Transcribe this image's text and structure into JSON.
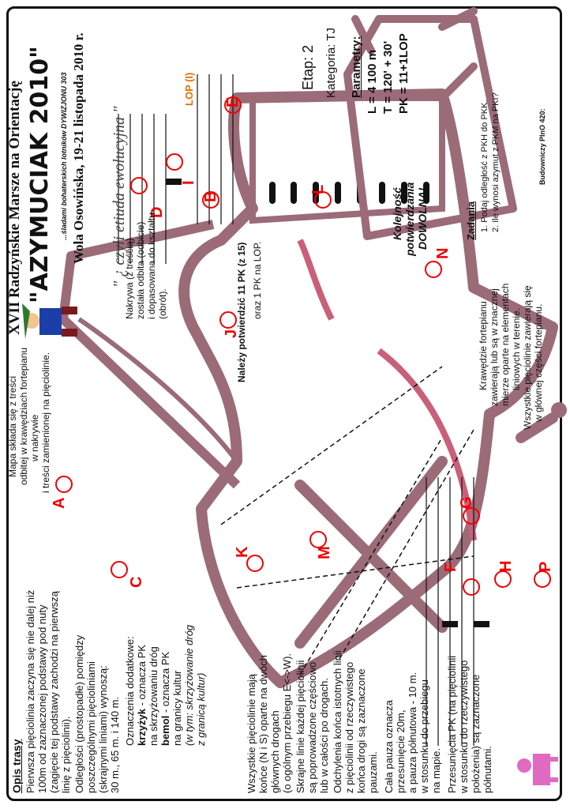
{
  "header": {
    "event": "XVII Radzyńskie Marsze na Orientację",
    "title": "\"AZYMUCIAK 2010\"",
    "subtitle": "...śladami bohaterskich lotników DYWIZJONU 303",
    "place_date": "Wola Osowińska, 19-21 listopada 2010 r.",
    "motto": "\" ¿ czyli etiuda ewolucyjna \""
  },
  "stage": {
    "etap": "Etap: 2",
    "kategoria": "Kategoria: TJ"
  },
  "parametry": {
    "heading": "Parametry:",
    "lines": [
      "L = 4 100 m",
      "T = 120' + 30'",
      "PK = 11+1LOP"
    ]
  },
  "kolejnosc": [
    "Kolejność",
    "potwierdzania",
    "DOWOLNA!"
  ],
  "zadania": {
    "heading": "Zadania",
    "items": [
      "1. Podaj odległość z PKH do PKK.",
      "2. Ile wynosi azymut z PKM na PKI?"
    ]
  },
  "budowniczy": "Budowniczy PInO 420:",
  "krawedzie": [
    "Krawędzie fortepianu",
    "zawierają lub są w znacznej",
    "mierze oparte na elementach",
    "liniowych w terenie.",
    "Wszystkie pięciolinie zawierają się",
    "w głównej części fortepianu."
  ],
  "nakrywa": [
    "Nakrywa (z treścią)",
    "została odbita (odbicie)",
    "i dopasowana do kształtu",
    "(obrót)."
  ],
  "mapa": [
    "Mapa składa się z treści",
    "odbitej w krawędziach fortepianu",
    "w nakrywie",
    "i treści zamienionej na pięciolinie."
  ],
  "nalezy": "Należy potwierdzić 11 PK (z 15)",
  "oraz": "oraz 1 PK na LOP.",
  "opis": {
    "heading": "Opis trasy",
    "p1": [
      "Pierwsza pięciolinia zaczyna się nie dalej niż",
      "100m od zaznaczonej podstawy pod nuty",
      "(zagięcie tej podstawy zachodzi na pierwszą",
      "linię z pięciolinii)."
    ],
    "p2": [
      "Odległości (prostopadłe) pomiędzy",
      "poszczególnymi pięcioliniami",
      "(skrajnymi liniami) wynoszą:",
      "30 m., 65 m. i 140 m."
    ],
    "p3a": "Oznaczenia dodatkowe:",
    "p3b_bold": "krzyżyk",
    "p3b": " - oznacza PK",
    "p3c": "na skrzyżowaniu dróg",
    "p3d_bold": "bemol",
    "p3d": " - oznacza PK",
    "p3e": "na granicy kultur",
    "p3f": "(w tym: skrzyżowanie dróg",
    "p3g": "z granicą kultur)",
    "p4": [
      "Wszystkie pięciolinie mają",
      "końce (N i S) oparte na dwóch",
      "głównych drogach",
      "(o ogólnym przebiegu E<->W)."
    ],
    "p5": [
      "Skrajne linie każdej pięciolinii",
      "są poprowadzone częściowo",
      "lub w całości po drogach."
    ],
    "p6": [
      "Odchylenia końca istotnych linii",
      "z pięciolinii od rzeczywistego",
      "końca drogi są zaznaczone",
      "pauzami."
    ],
    "p7": [
      "Cała pauza oznacza",
      "przesunięcie 20m,",
      "a pauza półnutowa - 10 m.",
      "w stosunku do przebiegu",
      "na mapie."
    ],
    "p8": [
      "Przesunięcia PK (na pięciolinii",
      "w stosunku do rzeczywistego",
      "położenia) są zaznaczone",
      "półnutami."
    ]
  },
  "pk_labels": [
    "A",
    "B",
    "C",
    "D",
    "E",
    "F",
    "G",
    "H",
    "I",
    "J",
    "K",
    "L",
    "M",
    "N",
    "P"
  ],
  "lop_label": "LOP (I)",
  "colors": {
    "piano": "#9b6b78",
    "red": "#e00000",
    "pink": "#c9607a"
  }
}
